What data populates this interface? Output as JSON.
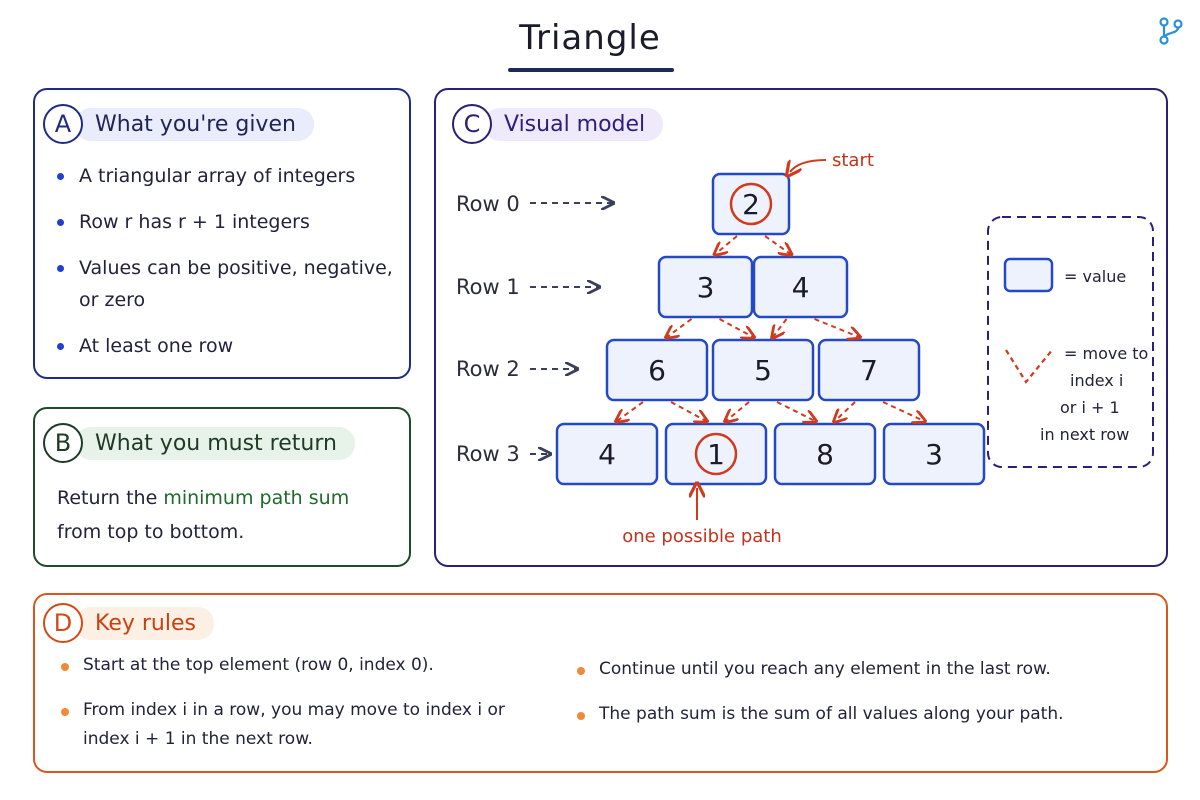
{
  "title": "Triangle",
  "panel_a": {
    "letter": "A",
    "heading": "What you're given",
    "bullets": [
      "A triangular array of integers",
      "Row r has r + 1 integers",
      "Values can be positive, negative, or zero",
      "At least one row"
    ]
  },
  "panel_b": {
    "letter": "B",
    "heading": "What you must return",
    "text_before": "Return the ",
    "highlight": "minimum path sum",
    "text_after": " from top to bottom."
  },
  "panel_c": {
    "letter": "C",
    "heading": "Visual model",
    "row_labels": [
      "Row 0",
      "Row 1",
      "Row 2",
      "Row 3"
    ],
    "rows": [
      [
        2
      ],
      [
        3,
        4
      ],
      [
        6,
        5,
        7
      ],
      [
        4,
        1,
        8,
        3
      ]
    ],
    "highlighted_cells": [
      [
        0,
        0
      ],
      [
        3,
        1
      ]
    ],
    "start_label": "start",
    "path_label": "one possible path",
    "legend": {
      "value_label": "= value",
      "move_label_lines": [
        "= move to",
        "index i",
        "or i + 1",
        "in next row"
      ]
    }
  },
  "panel_d": {
    "letter": "D",
    "heading": "Key rules",
    "rules_left": [
      "Start at the top element (row 0, index 0).",
      "From index i in a row, you may move to index i or index i + 1 in the next row."
    ],
    "rules_right": [
      "Continue until you reach any element in the last row.",
      "The path sum is the sum of all values along your path."
    ]
  },
  "colors": {
    "cell_border": "#2349c7",
    "cell_fill": "#eef2fd",
    "path_red": "#d03a1e",
    "panel_a": "#1f2c86",
    "panel_b": "#1e4a2b",
    "panel_c": "#2b1f78",
    "panel_d": "#d9561c"
  }
}
